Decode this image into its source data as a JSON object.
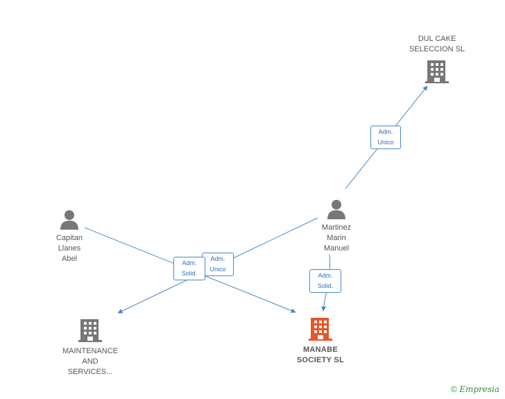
{
  "nodes": {
    "dul_cake": {
      "label": "DUL CAKE\nSELECCION SL",
      "type": "company"
    },
    "martinez": {
      "label": "Martinez\nMarin\nManuel",
      "type": "person"
    },
    "capitan": {
      "label": "Capitan\nLlanes\nAbel",
      "type": "person"
    },
    "maintenance": {
      "label": "MAINTENANCE\nAND\nSERVICES...",
      "type": "company"
    },
    "manabe": {
      "label": "MANABE\nSOCIETY SL",
      "type": "company-focus"
    }
  },
  "edges": {
    "martinez_dul": {
      "label": "Adm.\nUnico"
    },
    "martinez_manabe": {
      "label": "Adm.\nSolid."
    },
    "martinez_maint": {
      "label": "Adm.\nUnico"
    },
    "capitan_manabe": {
      "label": "Adm.\nSolid."
    }
  },
  "colors": {
    "edge": "#4a86c8",
    "company": "#777777",
    "person": "#777777",
    "focus": "#e8552a"
  },
  "footer": {
    "copyright": "©",
    "brand": "Empresia"
  }
}
